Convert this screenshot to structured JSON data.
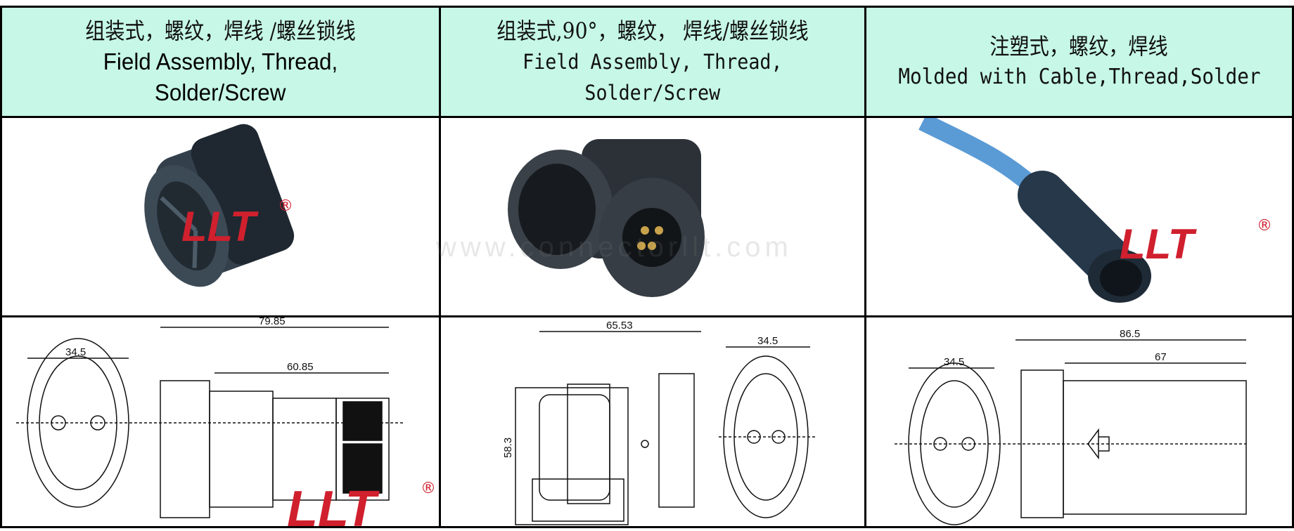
{
  "columns": [
    {
      "title_cn": "组装式，螺纹，焊线 /螺丝锁线",
      "title_en_1": "Field Assembly, Thread,",
      "title_en_2": "Solder/Screw",
      "dims": {
        "outer_diameter": "34.5",
        "total_length": "79.85",
        "body_length": "60.85"
      }
    },
    {
      "title_cn": "组装式,90°，螺纹， 焊线/螺丝锁线",
      "title_en_1": "Field Assembly, Thread,",
      "title_en_2": "Solder/Screw",
      "dims": {
        "width": "65.53",
        "outer_diameter": "34.5",
        "height": "58.3"
      }
    },
    {
      "title_cn": "注塑式，螺纹，焊线",
      "title_en_1": "Molded with Cable,Thread,Solder",
      "dims": {
        "outer_diameter": "34.5",
        "total_length": "86.5",
        "body_length": "67"
      }
    }
  ],
  "logo": {
    "text": "LLT",
    "mark": "®",
    "color": "#d0202e"
  },
  "watermark": "www.connectorllt.com",
  "colors": {
    "header_bg": "#c6f7e7",
    "connector": "#2f3a44",
    "cable": "#5b9bd5"
  }
}
